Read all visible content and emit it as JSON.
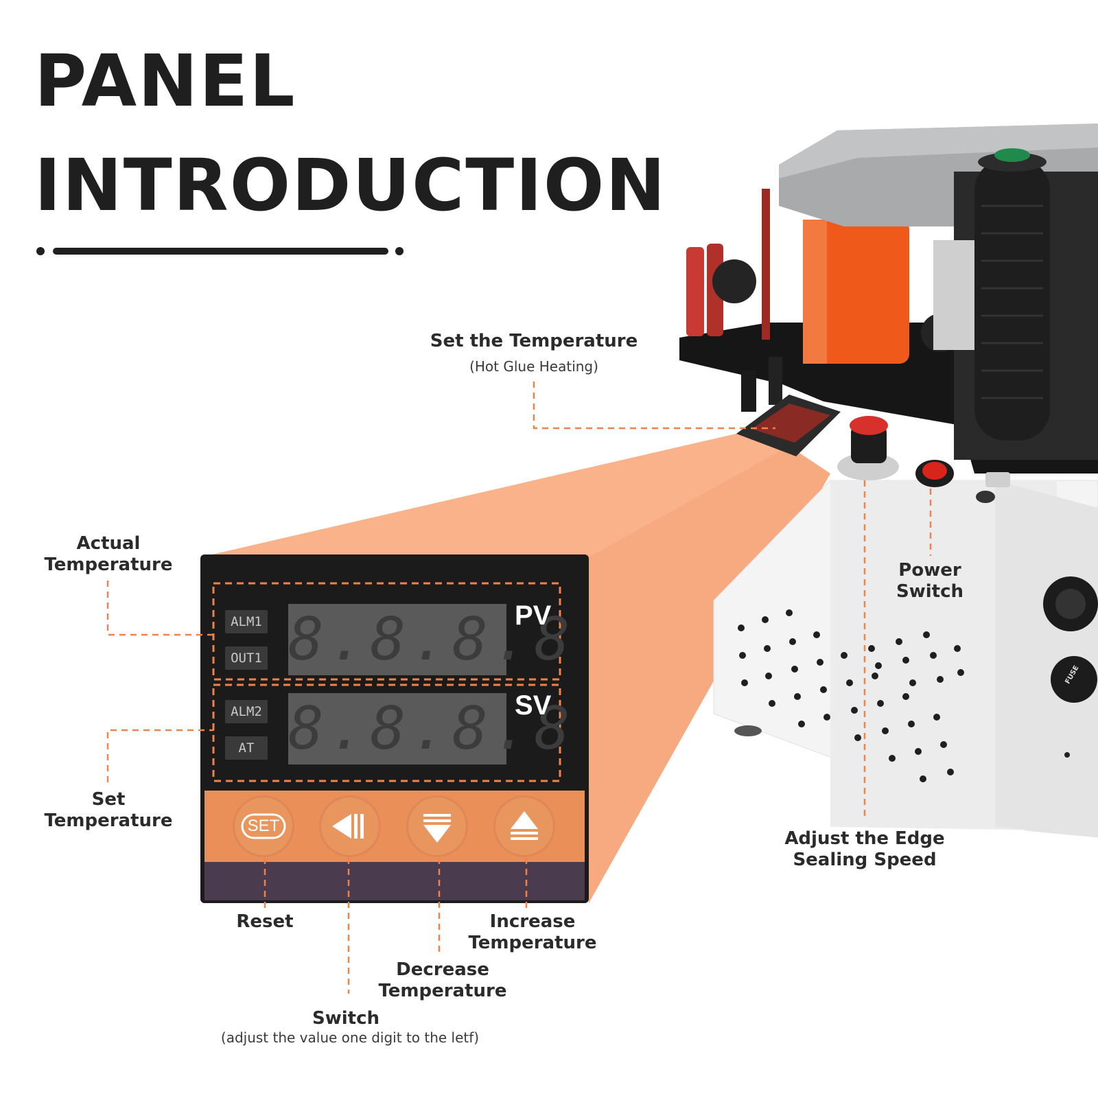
{
  "heading": {
    "line1": "PANEL",
    "line2": "INTRODUCTION"
  },
  "colors": {
    "accent": "#f0824a",
    "beam": "#f7a479",
    "panel_bg": "#1b1b1b",
    "button_strip": "#ea8f58",
    "bottom_strip": "#4a3b4e"
  },
  "callouts": {
    "set_temperature": {
      "title": "Set the Temperature",
      "subtitle": "(Hot Glue Heating)"
    },
    "actual_temperature": "Actual\nTemperature",
    "set_temperature_side": "Set\nTemperature",
    "power_switch": "Power\nSwitch",
    "adjust_speed": "Adjust the Edge\nSealing Speed",
    "reset": "Reset",
    "increase": "Increase\nTemperature",
    "decrease": "Decrease\nTemperature",
    "switch": {
      "title": "Switch",
      "subtitle": "(adjust the value one digit to the letf)"
    }
  },
  "controller": {
    "pv_label": "PV",
    "sv_label": "SV",
    "tags": [
      "ALM1",
      "OUT1",
      "ALM2",
      "AT"
    ],
    "pv_display": "8.8.8.8",
    "sv_display": "8.8.8.8",
    "buttons": [
      {
        "name": "set",
        "label": "SET"
      },
      {
        "name": "shift-left",
        "icon": "shift-left-icon"
      },
      {
        "name": "down",
        "icon": "down-triangle-icon"
      },
      {
        "name": "up",
        "icon": "up-triangle-icon"
      }
    ]
  },
  "machine": {
    "fuse_label": "FUSE"
  }
}
